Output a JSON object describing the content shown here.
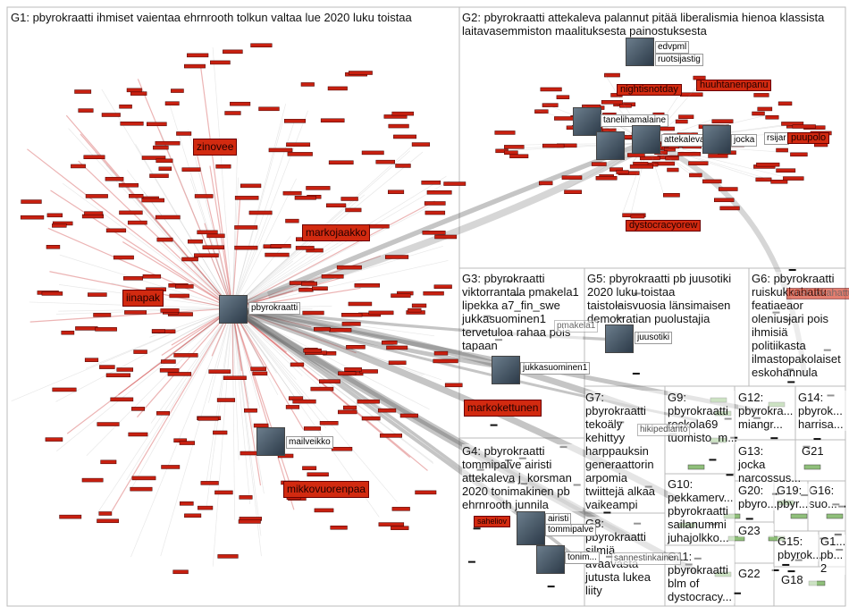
{
  "groups": [
    {
      "id": "G1",
      "label": "G1: pbyrokraatti ihmiset vaientaa ehrnrooth tolkun valtaa lue 2020 luku toistaa"
    },
    {
      "id": "G2",
      "label": "G2: pbyrokraatti attekaleva palannut pitää liberalismia hienoa klassista laitavasemmiston maalituksesta painostuksesta"
    },
    {
      "id": "G3",
      "label": "G3: pbyrokraatti viktorrantala pmakela1 lipekka a7_fin_swe jukkasuominen1 tervetuloa rahaa pois tapaan"
    },
    {
      "id": "G4",
      "label": "G4: pbyrokraatti tommipalve airisti attekaleva j_korsman 2020 tonimakinen pb ehrnrooth junnila"
    },
    {
      "id": "G5",
      "label": "G5: pbyrokraatti pb juusotiki 2020 luku toistaa taistolaisvuosia länsimaisen demokratian puolustajia"
    },
    {
      "id": "G6",
      "label": "G6: pbyrokraatti ruiskukkahattu featiaeaor oleniusjari pois ihmisiä politiikasta ilmastopakolaiset eskohannula"
    },
    {
      "id": "G7",
      "label": "G7: pbyrokraatti tekoäly kehittyy harppauksin generaattorin arpomia twiittejä alkaa vaikeampi"
    },
    {
      "id": "G8",
      "label": "G8: pbyrokraatti silmiä avaavasta jutusta lukea liity"
    },
    {
      "id": "G9",
      "label": "G9: pbyrokraatti rockola69 tuomisto_m..."
    },
    {
      "id": "G10",
      "label": "G10: pekkamerv... pbyrokraatti sailanummi juhajolkko..."
    },
    {
      "id": "G11",
      "label": "G11: pbyrokraatti blm of dystocracy..."
    },
    {
      "id": "G12",
      "label": "G12: pbyrokra... miangr..."
    },
    {
      "id": "G13",
      "label": "G13: jocka narcossus..."
    },
    {
      "id": "G14",
      "label": "G14: pbyrok... harrisa..."
    },
    {
      "id": "G15",
      "label": "G15: pbyrok..."
    },
    {
      "id": "G16",
      "label": "G16: suo..."
    },
    {
      "id": "G17",
      "label": "G1... pb... 2"
    },
    {
      "id": "G18",
      "label": "G18"
    },
    {
      "id": "G19",
      "label": "G19: pbyr..."
    },
    {
      "id": "G20",
      "label": "G20: pbyro..."
    },
    {
      "id": "G21",
      "label": "G21"
    },
    {
      "id": "G22",
      "label": "G22"
    },
    {
      "id": "G23",
      "label": "G23"
    }
  ],
  "nodes": {
    "pbyrokraatti": "pbyrokraatti",
    "mailveikko": "mailveikko",
    "edvpml": "edvpml",
    "ruotsijastig": "ruotsijastig",
    "tanelihamalaine": "tanelihamalaine",
    "attekaleva": "attekaleva",
    "jocka": "jocka",
    "rsijar": "rsijar",
    "juusotiki": "juusotiki",
    "jukkasuominen1": "jukkasuominen1",
    "airisti": "airisti",
    "tommipalve": "tommipalve",
    "tonimakinen": "tonim...",
    "hikipedianto": "hikipedianto",
    "sannestinkainen": "sannestinkainen",
    "pmakela1": "pmakela1"
  },
  "red_labels": {
    "zinovee": "zinovee",
    "markojaakko": "markojaakko",
    "iinapak": "iinapak",
    "mikkovuorenpaa": "mikkovuorenpaa",
    "markokettunen": "markokettunen",
    "saheliov": "saheliov",
    "nightisnotday": "nightisnotday",
    "huuhtanenpanu": "huuhtanenpanu",
    "dystocracyorew": "dystocracyorew",
    "puupolo": "puupolo",
    "ruiskukkahattu": "ruiskukkahattu"
  }
}
